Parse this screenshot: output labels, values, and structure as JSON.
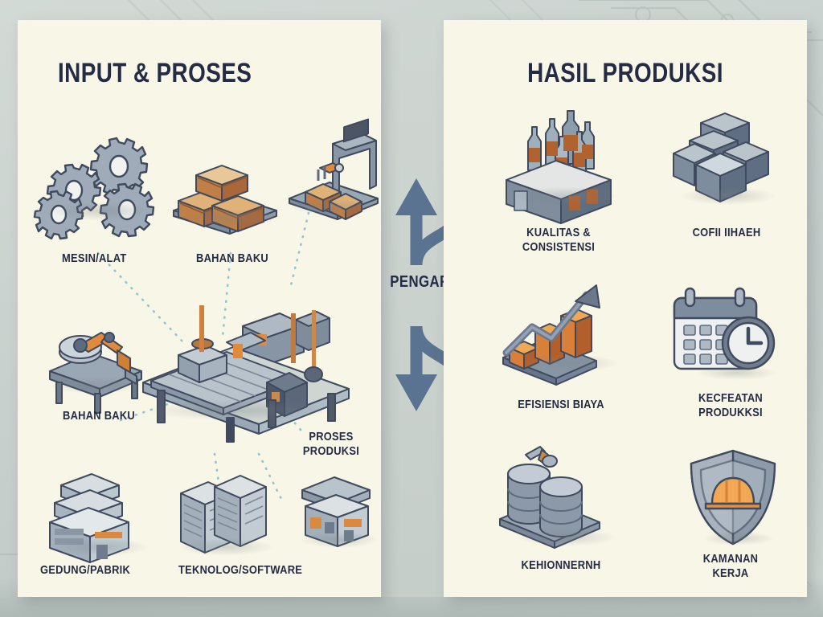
{
  "background": {
    "base_color": "#cbd2ce",
    "pattern": "faint-circuit-lines"
  },
  "panels": {
    "left": {
      "title": "INPUT & PROSES",
      "bg_color": "#f8f6e6",
      "items": [
        {
          "label": "MESIN/ALAT",
          "icon": "gears-icon"
        },
        {
          "label": "BAHAN BAKU",
          "icon": "wooden-crates-icon"
        },
        {
          "label": "",
          "icon": "machine-station-icon"
        },
        {
          "label": "BAHAN BAKU",
          "icon": "robot-arm-icon"
        },
        {
          "label": "PROSES\nPRODUKSI",
          "icon": "conveyor-line-icon"
        },
        {
          "label": "GEDUNG/PABRIK",
          "icon": "factory-building-icon"
        },
        {
          "label": "TEKNOLOG/SOFTWARE",
          "icon": "server-racks-icon"
        },
        {
          "label": "",
          "icon": "small-factory-icon"
        }
      ]
    },
    "right": {
      "title": "HASIL PRODUKSI",
      "bg_color": "#f8f6e6",
      "items": [
        {
          "label": "KUALITAS &\nCONSISTENSI",
          "icon": "bottles-crate-icon"
        },
        {
          "label": "COFII IIHAEH",
          "icon": "stacked-boxes-icon"
        },
        {
          "label": "EFISIENSI BIAYA",
          "icon": "growth-bar-chart-icon"
        },
        {
          "label": "KECFEATAN\nPRODUKKSI",
          "icon": "calendar-clock-icon"
        },
        {
          "label": "KEHIONNERNH",
          "icon": "oil-barrels-icon"
        },
        {
          "label": "KAMANAN\nKERJA",
          "icon": "shield-helmet-icon"
        }
      ]
    }
  },
  "connector": {
    "label": "PENGARUH",
    "arrow_color": "#5a7390",
    "description": "double S-curved arrow pointing up and down"
  },
  "colors": {
    "ink": "#242b45",
    "panel": "#f8f6e6",
    "steel": "#5d6b80",
    "steel_light": "#9aa7b5",
    "orange": "#e08a3c",
    "wood": "#c98a4b",
    "dotted_line": "#8fc6cf"
  }
}
